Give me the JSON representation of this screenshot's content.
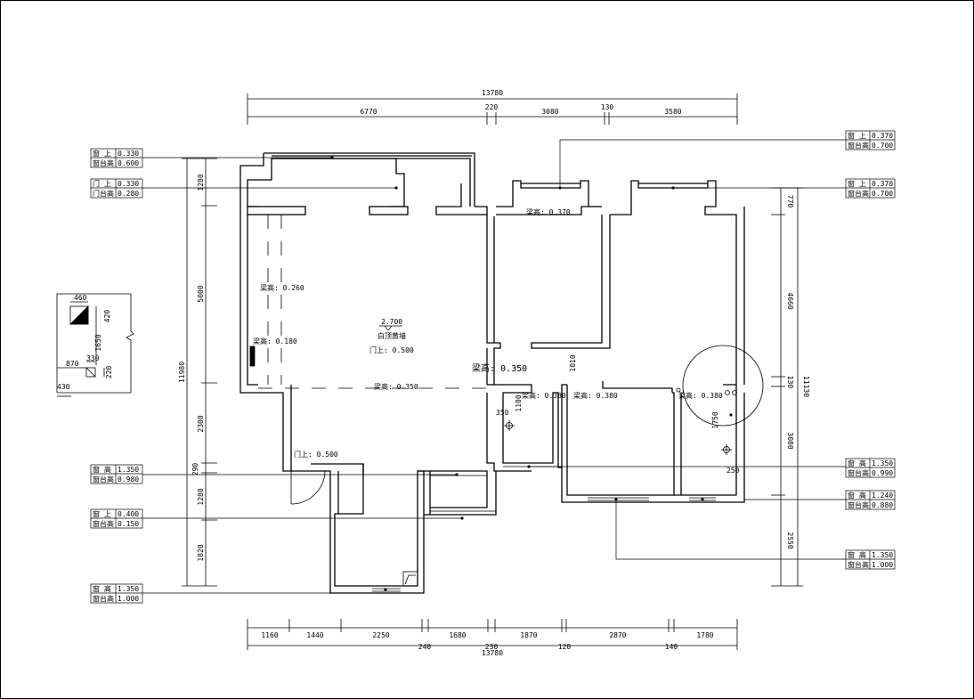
{
  "dims": {
    "top_total": "13780",
    "top_parts": [
      "6770",
      "220",
      "3080",
      "130",
      "3580"
    ],
    "bottom_total": "13780",
    "bottom_parts": [
      "1160",
      "1440",
      "2250",
      "1680",
      "1870",
      "2870",
      "1780"
    ],
    "bottom_sub": [
      "240",
      "230",
      "120",
      "140"
    ],
    "left_total": "11980",
    "left_parts": [
      "1280",
      "5000",
      "2300",
      "290",
      "1280",
      "1820"
    ],
    "right_total": "11130",
    "right_parts": [
      "770",
      "4660",
      "130",
      "3080",
      "2550"
    ]
  },
  "notes": {
    "n1": {
      "l1": "窗 上",
      "v1": "0.330",
      "l2": "窗台高",
      "v2": "0.600"
    },
    "n2": {
      "l1": "门 上",
      "v1": "0.330",
      "l2": "门台高",
      "v2": "0.280"
    },
    "n3": {
      "l1": "窗 高",
      "v1": "1.350",
      "l2": "窗台高",
      "v2": "0.980"
    },
    "n4": {
      "l1": "窗 上",
      "v1": "0.400",
      "l2": "窗台高",
      "v2": "0.150"
    },
    "n5": {
      "l1": "窗 高",
      "v1": "1.350",
      "l2": "窗台高",
      "v2": "1.000"
    },
    "n6": {
      "l1": "窗 上",
      "v1": "0.370",
      "l2": "窗台高",
      "v2": "0.700"
    },
    "n7": {
      "l1": "窗 上",
      "v1": "0.370",
      "l2": "窗台高",
      "v2": "0.700"
    },
    "n8": {
      "l1": "窗 高",
      "v1": "1.350",
      "l2": "窗台高",
      "v2": "0.990"
    },
    "n9": {
      "l1": "窗 高",
      "v1": "1.240",
      "l2": "窗台高",
      "v2": "0.880"
    },
    "n10": {
      "l1": "窗 高",
      "v1": "1.350",
      "l2": "窗台高",
      "v2": "1.000"
    }
  },
  "labels": {
    "beam_0260": "梁高: 0.260",
    "beam_0180": "梁高: 0.180",
    "ceiling_level": "2.700",
    "ceiling_text": "白顶黄墙",
    "door_0500_center": "门上: 0.500",
    "beam_0350_a": "梁高: 0.350",
    "beam_0350_b": "梁高: 0.350",
    "beam_0370": "梁高: 0.370",
    "beam_0380_a": "梁高: 0.380",
    "beam_0380_b": "梁高: 0.380",
    "beam_0380_c": "梁高: 0.380",
    "door_0500_bottom": "门上: 0.500",
    "d1010": "1010",
    "d1100": "1100",
    "d350": "350",
    "d1750": "1750",
    "d250": "250"
  },
  "detail": {
    "d460": "460",
    "d420": "420",
    "d1650": "1650",
    "d330": "330",
    "d870": "870",
    "d220": "220",
    "d430": "430"
  }
}
